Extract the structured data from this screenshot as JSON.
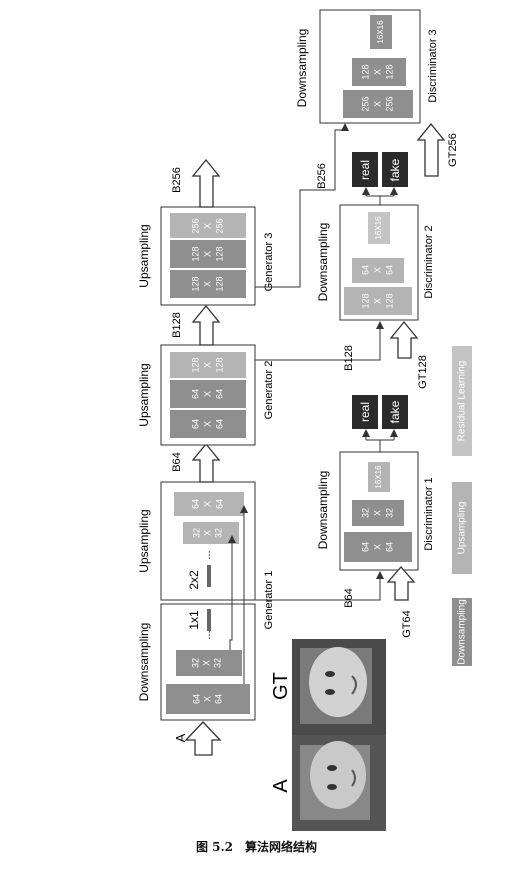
{
  "caption": {
    "number": "图 5.2",
    "title": "算法网络结构"
  },
  "input_label": "A",
  "gt_label": "GT",
  "images": {
    "a_label": "A",
    "gt_label": "GT"
  },
  "generator1": {
    "downsampling_title": "Downsampling",
    "upsampling_title": "Upsampling",
    "name": "Generator 1",
    "down_blocks": [
      [
        "64",
        "X",
        "64"
      ],
      [
        "32",
        "X",
        "32"
      ]
    ],
    "dots": "...",
    "conv1": "1x1",
    "conv2": "2x2",
    "up_blocks": [
      [
        "32",
        "X",
        "32"
      ],
      [
        "64",
        "X",
        "64"
      ]
    ],
    "output": "B64"
  },
  "generator2": {
    "title": "Upsampling",
    "name": "Generator 2",
    "blocks": [
      [
        "64",
        "X",
        "64"
      ],
      [
        "64",
        "X",
        "64"
      ],
      [
        "128",
        "X",
        "128"
      ]
    ],
    "output": "B128"
  },
  "generator3": {
    "title": "Upsampling",
    "name": "Generator 3",
    "blocks": [
      [
        "128",
        "X",
        "128"
      ],
      [
        "128",
        "X",
        "128"
      ],
      [
        "256",
        "X",
        "256"
      ]
    ],
    "output": "B256"
  },
  "discriminator1": {
    "title": "Downsampling",
    "name": "Discriminator 1",
    "blocks": [
      [
        "64",
        "X",
        "64"
      ],
      [
        "32",
        "X",
        "32"
      ],
      [
        "16X16"
      ]
    ],
    "input_b": "B64",
    "gt": "GT64",
    "real": "real",
    "fake": "fake"
  },
  "discriminator2": {
    "title": "Downsampling",
    "name": "Discriminator 2",
    "blocks": [
      [
        "128",
        "X",
        "128"
      ],
      [
        "64",
        "X",
        "64"
      ],
      [
        "16X16"
      ]
    ],
    "input_b": "B128",
    "gt": "GT128",
    "real": "real",
    "fake": "fake"
  },
  "discriminator3": {
    "title": "Downsampling",
    "name": "Discriminator 3",
    "blocks": [
      [
        "256",
        "X",
        "256"
      ],
      [
        "128",
        "X",
        "128"
      ],
      [
        "16X16"
      ]
    ],
    "input_b": "B256",
    "gt": "GT256"
  },
  "legend": {
    "items": [
      "Downsampling",
      "Upsampling",
      "Residual Learning"
    ]
  },
  "colors": {
    "block": "#8f8f8f",
    "block_light": "#b4b4b4",
    "black_box": "#2b2b2b",
    "line": "#333333"
  }
}
